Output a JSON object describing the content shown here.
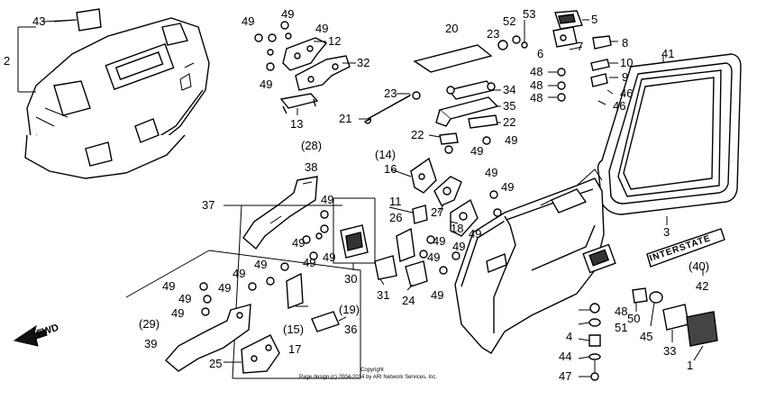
{
  "labels": {
    "l1": "1",
    "l2": "2",
    "l3": "3",
    "l4": "4",
    "l5": "5",
    "l6": "6",
    "l7": "7",
    "l8": "8",
    "l9": "9",
    "l10": "10",
    "l11": "11",
    "l12": "12",
    "l13": "13",
    "l14": "(14)",
    "l15": "(15)",
    "l16": "16",
    "l17": "17",
    "l18": "18",
    "l19": "(19)",
    "l20": "20",
    "l21": "21",
    "l22a": "22",
    "l22b": "22",
    "l23a": "23",
    "l23b": "23",
    "l24": "24",
    "l25": "25",
    "l26": "26",
    "l27": "27",
    "l28": "(28)",
    "l29": "(29)",
    "l30": "30",
    "l31": "31",
    "l32": "32",
    "l33": "33",
    "l34": "34",
    "l35": "35",
    "l36": "36",
    "l37": "37",
    "l38": "38",
    "l39": "39",
    "l40": "(40)",
    "l41": "41",
    "l42": "42",
    "l43": "43",
    "l44": "44",
    "l45": "45",
    "l46a": "46",
    "l46b": "46",
    "l47": "47",
    "l48a": "48",
    "l48b": "48",
    "l48c": "48",
    "l48d": "48",
    "l50": "50",
    "l51": "51",
    "l52": "52",
    "l53": "53",
    "l49": "49"
  },
  "fwd_label": "FWD",
  "emblem_text": "INTERSTATE",
  "copyright": "Copyright",
  "copyright_line": "Page design (c) 2004-2014 by ARI Network Services, Inc."
}
